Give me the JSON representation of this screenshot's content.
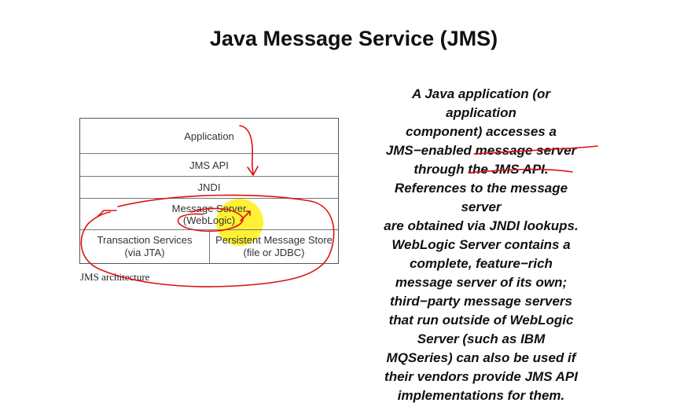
{
  "title": "Java Message Service (JMS)",
  "diagram": {
    "layers": {
      "application": "Application",
      "jms_api": "JMS API",
      "jndi": "JNDI",
      "message_server": [
        "Message Server",
        "(WebLogic)"
      ]
    },
    "bottom": {
      "transaction": [
        "Transaction Services",
        "(via JTA)"
      ],
      "store": [
        "Persistent Message Store",
        "(file or JDBC)"
      ]
    },
    "caption": "JMS architecture"
  },
  "description_lines": [
    "A Java application (or",
    "application",
    "component) accesses a",
    "JMS−enabled message server",
    "through the JMS API.",
    "References to the message",
    "server",
    "are obtained via JNDI lookups.",
    "WebLogic Server contains a",
    "complete, feature−rich",
    "message server of its own;",
    "third−party message servers",
    "that run outside of WebLogic",
    "Server (such as IBM",
    "MQSeries) can also be used if",
    "their vendors provide JMS API",
    "implementations for them."
  ],
  "colors": {
    "annotation": "#dd1111",
    "highlight": "#ffee00"
  }
}
